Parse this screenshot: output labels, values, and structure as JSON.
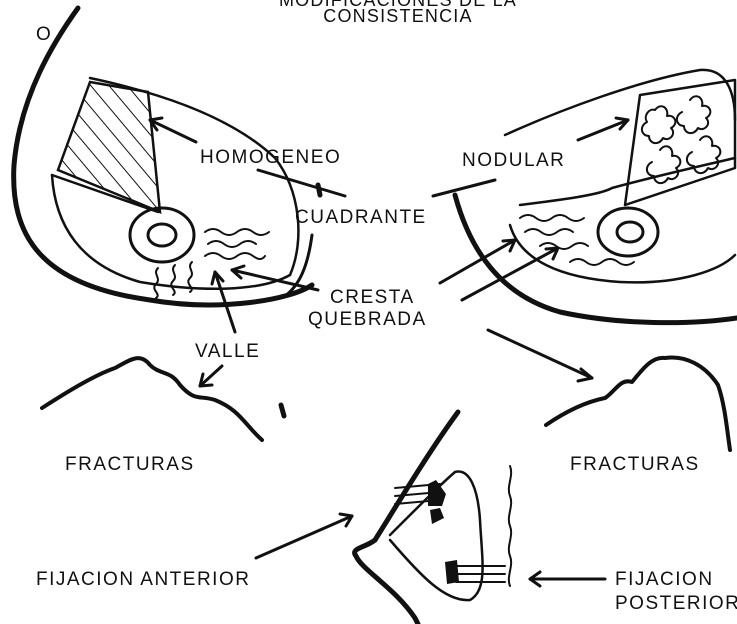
{
  "title": {
    "line1": "MODIFICACIONES DE LA",
    "line2": "CONSISTENCIA"
  },
  "labels": {
    "orientation": "O",
    "homogeneo": "HOMOGENEO",
    "nodular": "NODULAR",
    "cuadrante": "CUADRANTE",
    "cresta_line1": "CRESTA",
    "cresta_line2": "QUEBRADA",
    "valle": "VALLE",
    "fracturas_left": "FRACTURAS",
    "fracturas_right": "FRACTURAS",
    "fijacion_anterior": "FIJACION ANTERIOR",
    "fijacion_posterior_line1": "FIJACION",
    "fijacion_posterior_line2": "POSTERIOR"
  },
  "colors": {
    "ink": "#111111",
    "background": "#ffffff"
  }
}
